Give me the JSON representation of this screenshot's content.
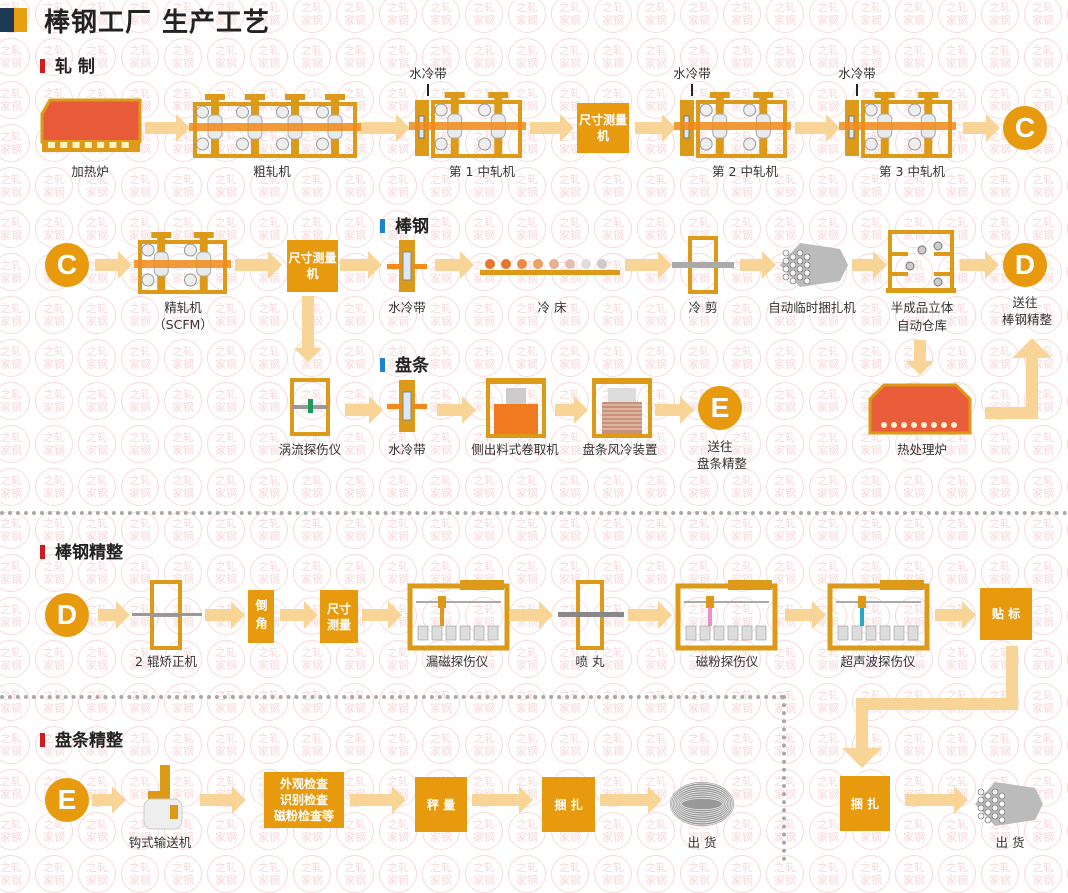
{
  "title": "棒钢工厂  生产工艺",
  "watermark": [
    "之轧",
    "家钢"
  ],
  "colors": {
    "accent": "#e89a0e",
    "arrow": "#f8d597",
    "frame": "#dc9a18",
    "section_red": "#d21a1a",
    "section_blue": "#1a86cc"
  },
  "sections": {
    "rolling": "轧 制",
    "bar": "棒钢",
    "coil": "盘条",
    "bar_finishing": "棒钢精整",
    "coil_finishing": "盘条精整"
  },
  "rolling": {
    "furnace": "加热炉",
    "rough_mill": "粗轧机",
    "water_cooling": "水冷带",
    "mid_mill_1": "第 1 中轧机",
    "size_gauge": "尺寸测量机",
    "mid_mill_2": "第 2 中轧机",
    "mid_mill_3": "第 3 中轧机",
    "connector": "C"
  },
  "bar_line": {
    "connector": "C",
    "finishing_mill": "精轧机",
    "finishing_mill_sub": "（SCFM）",
    "size_gauge": "尺寸测量机",
    "water_cooling": "水冷带",
    "cooling_bed": "冷 床",
    "cold_shear": "冷 剪",
    "bundler": "自动临时捆扎机",
    "warehouse_1": "半成品立体",
    "warehouse_2": "自动仓库",
    "to_connector": "D",
    "to_1": "送往",
    "to_2": "棒钢精整"
  },
  "coil_line": {
    "eddy": "涡流探伤仪",
    "water_cooling": "水冷带",
    "coiler": "侧出料式卷取机",
    "air_cooling": "盘条风冷装置",
    "to_connector": "E",
    "to_1": "送往",
    "to_2": "盘条精整",
    "heat_furnace": "热处理炉"
  },
  "bar_finishing": {
    "connector": "D",
    "straightener": "2 辊矫正机",
    "chamfer": "倒角",
    "size_gauge": "尺寸测量",
    "mfl": "漏磁探伤仪",
    "shot": "喷 丸",
    "mpi": "磁粉探伤仪",
    "ut": "超声波探伤仪",
    "label": "贴 标",
    "bundle": "捆 扎",
    "ship": "出 货"
  },
  "coil_finishing": {
    "connector": "E",
    "hook": "钩式输送机",
    "inspect_1": "外观检查",
    "inspect_2": "识别检查",
    "inspect_3": "磁粉检查等",
    "weigh": "秤 量",
    "bundle": "捆 扎",
    "ship": "出 货"
  }
}
